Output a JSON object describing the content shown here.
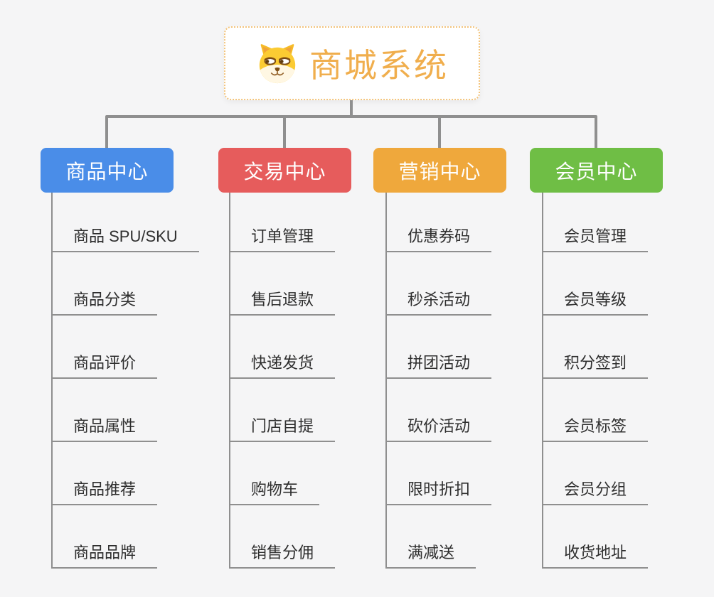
{
  "colors": {
    "background": "#F5F5F6",
    "connector": "#8F8F8F",
    "underline": "#8F8F8F",
    "root-text": "#F0AE4D",
    "root-border": "#F3C47C",
    "leaf-text": "#2E2E2E"
  },
  "root": {
    "title": "商城系统",
    "icon": "dog-face-icon"
  },
  "branches": [
    {
      "label": "商品中心",
      "color": "#4A8DE8",
      "children": [
        "商品 SPU/SKU",
        "商品分类",
        "商品评价",
        "商品属性",
        "商品推荐",
        "商品品牌"
      ]
    },
    {
      "label": "交易中心",
      "color": "#E65C5C",
      "children": [
        "订单管理",
        "售后退款",
        "快递发货",
        "门店自提",
        "购物车",
        "销售分佣"
      ]
    },
    {
      "label": "营销中心",
      "color": "#EFA83C",
      "children": [
        "优惠券码",
        "秒杀活动",
        "拼团活动",
        "砍价活动",
        "限时折扣",
        "满减送"
      ]
    },
    {
      "label": "会员中心",
      "color": "#6FBE45",
      "children": [
        "会员管理",
        "会员等级",
        "积分签到",
        "会员标签",
        "会员分组",
        "收货地址"
      ]
    }
  ]
}
